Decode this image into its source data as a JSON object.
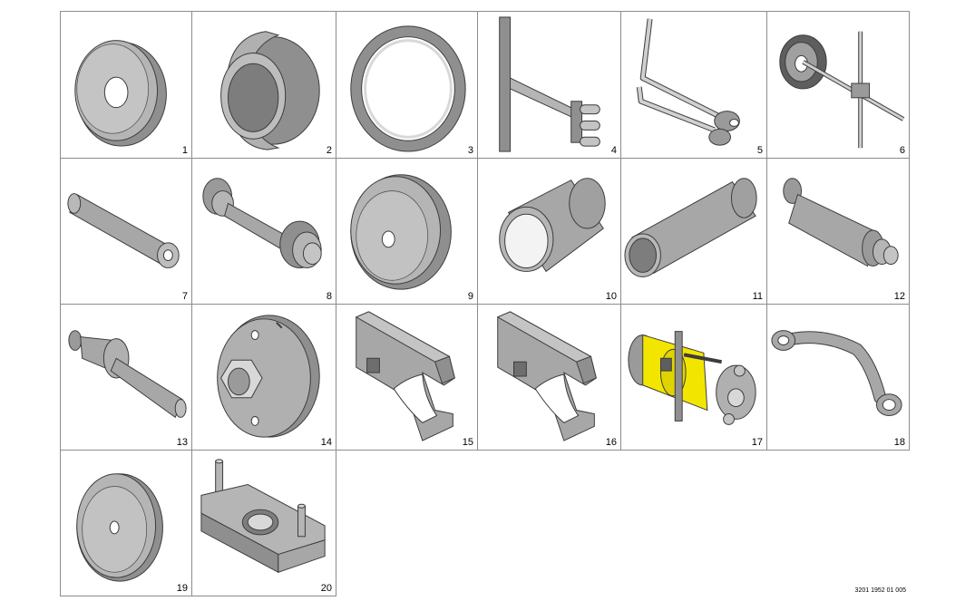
{
  "tools": [
    {
      "number": "1"
    },
    {
      "number": "2"
    },
    {
      "number": "3"
    },
    {
      "number": "4"
    },
    {
      "number": "5"
    },
    {
      "number": "6"
    },
    {
      "number": "7"
    },
    {
      "number": "8"
    },
    {
      "number": "9"
    },
    {
      "number": "10"
    },
    {
      "number": "11"
    },
    {
      "number": "12"
    },
    {
      "number": "13"
    },
    {
      "number": "14"
    },
    {
      "number": "15"
    },
    {
      "number": "16"
    },
    {
      "number": "17"
    },
    {
      "number": "18"
    },
    {
      "number": "19"
    },
    {
      "number": "20"
    }
  ],
  "document_code": "3201 1952 01 005",
  "colors": {
    "tool_fill": "#a7a7a7",
    "tool_dark": "#7d7d7d",
    "tool_light": "#cfcfcf",
    "highlight": "#f2e600",
    "line": "#3c3c3c"
  }
}
